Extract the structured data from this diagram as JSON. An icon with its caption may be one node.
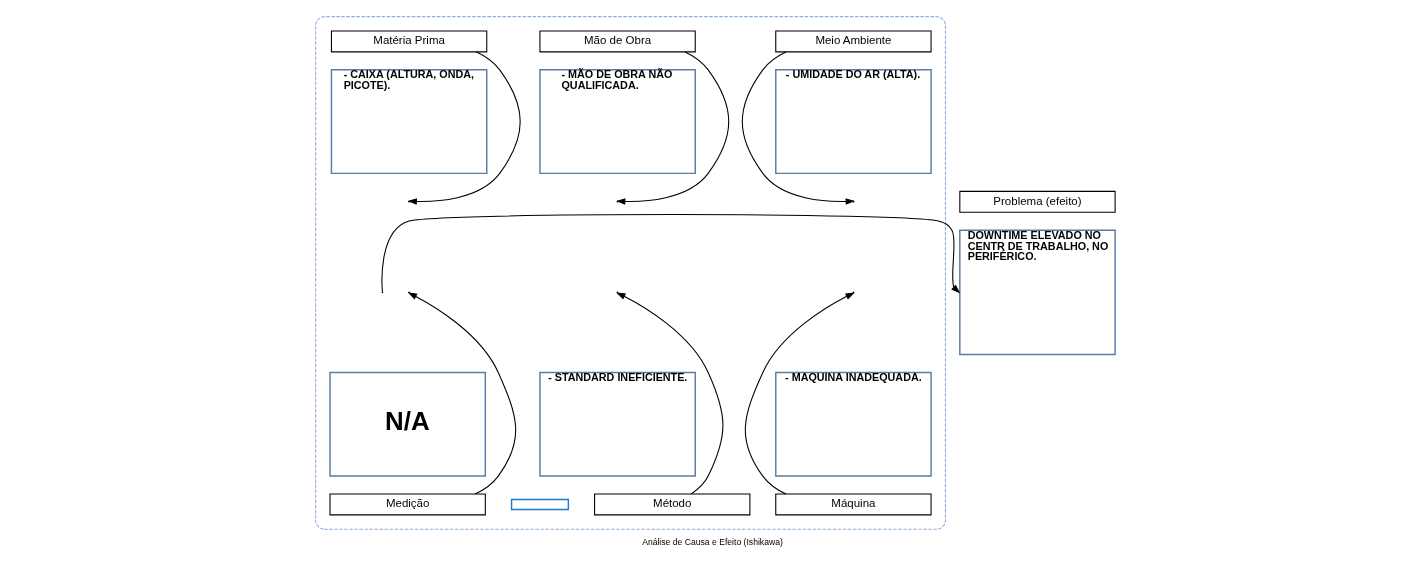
{
  "diagram": {
    "title": "Análise de Causa e Efeito (Ishikawa)",
    "nodes": [
      {
        "text": [],
        "shape": "box"
      },
      {
        "text": [
          "Matéria Prima"
        ],
        "in": 0
      },
      {
        "text": [
          "Mão de Obra"
        ],
        "in": 0
      },
      {
        "text": [
          "Meio Ambiente"
        ],
        "in": 0
      },
      {
        "text": [
          "- CAIXA (ALTURA, ONDA, PICOTE)."
        ],
        "in": 0
      },
      {
        "text": [
          "- MÃO DE OBRA NÃO QUALIFICADA."
        ],
        "in": 0
      },
      {
        "text": [
          "- UMIDADE DO AR (ALTA)."
        ],
        "in": 0
      },
      {
        "text": [
          "Problema (efeito)"
        ]
      },
      {
        "text": [
          "DOWNTIME ELEVADO NO CENTR DE TRABALHO, NO PERIFÉRICO."
        ]
      },
      {
        "text": [
          "N/A"
        ],
        "in": 0
      },
      {
        "text": [
          "- STANDARD INEFICIENTE."
        ],
        "in": 0
      },
      {
        "text": [
          "- MAQUINA INADEQUADA."
        ],
        "in": 0
      },
      {
        "text": [
          "Medição"
        ],
        "in": 0
      },
      {
        "text": [
          "Método"
        ],
        "in": 0
      },
      {
        "text": [],
        "shape": "box",
        "in": 0
      },
      {
        "text": [
          "Máquina"
        ],
        "in": 0
      }
    ],
    "edges": [
      {
        "from": 1,
        "to": null,
        "arrow": "to"
      },
      {
        "from": 2,
        "to": null,
        "arrow": "to"
      },
      {
        "from": 3,
        "to": null,
        "arrow": "to"
      },
      {
        "from": 12,
        "to": null,
        "arrow": "to"
      },
      {
        "from": 13,
        "to": null,
        "arrow": "to"
      },
      {
        "from": 15,
        "to": null,
        "arrow": "to"
      },
      {
        "from": null,
        "to": 8,
        "arrow": "to"
      }
    ]
  }
}
